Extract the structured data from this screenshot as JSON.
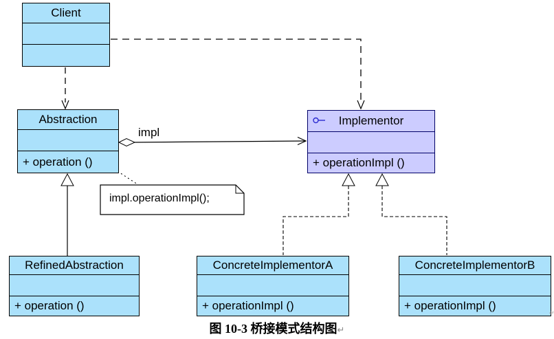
{
  "diagram": {
    "type": "uml-class-diagram",
    "pattern": "Bridge",
    "classes": [
      {
        "id": "client",
        "name": "Client",
        "attributes": "",
        "operations": ""
      },
      {
        "id": "abstraction",
        "name": "Abstraction",
        "attributes": "",
        "operations": "+ operation ()"
      },
      {
        "id": "implementor",
        "name": "Implementor",
        "attributes": "",
        "operations": "+ operationImpl ()",
        "icon": "interface-lollipop-icon"
      },
      {
        "id": "refined_abstraction",
        "name": "RefinedAbstraction",
        "attributes": "",
        "operations": "+ operation ()"
      },
      {
        "id": "concrete_implementor_a",
        "name": "ConcreteImplementorA",
        "attributes": "",
        "operations": "+ operationImpl ()"
      },
      {
        "id": "concrete_implementor_b",
        "name": "ConcreteImplementorB",
        "attributes": "",
        "operations": "+ operationImpl ()"
      }
    ],
    "note_text": "impl.operationImpl();",
    "association_label": "impl",
    "relationships": [
      {
        "from": "client",
        "to": "abstraction",
        "type": "dependency (dashed open arrow)"
      },
      {
        "from": "client",
        "to": "implementor",
        "type": "dependency (dashed open arrow)"
      },
      {
        "from": "abstraction",
        "to": "implementor",
        "type": "aggregation (open diamond, open arrow)",
        "label": "impl"
      },
      {
        "from": "refined_abstraction",
        "to": "abstraction",
        "type": "generalization (hollow triangle)"
      },
      {
        "from": "concrete_implementor_a",
        "to": "implementor",
        "type": "realization (dashed, hollow triangle)"
      },
      {
        "from": "concrete_implementor_b",
        "to": "implementor",
        "type": "realization (dashed, hollow triangle)"
      },
      {
        "from": "abstraction",
        "to": "note",
        "type": "note anchor (dotted)"
      }
    ],
    "caption": "图 10-3  桥接模式结构图",
    "return_mark": "↵",
    "anchor_mark": "↵",
    "colors": {
      "class_fill": "#ABE1FB",
      "interface_fill": "#CCCCFF",
      "class_border": "#000000",
      "interface_border": "#000066",
      "interface_icon": "#2B2BD0",
      "note_fill": "#FFFFFF",
      "background": "#FFFFFF",
      "text": "#000000"
    }
  }
}
